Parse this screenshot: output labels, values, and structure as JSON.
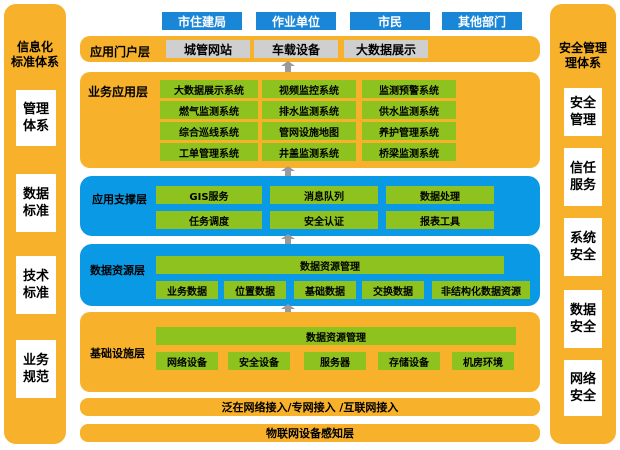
{
  "left_panel": {
    "title": "信息化\n标准体系",
    "items": [
      "管理\n体系",
      "数据\n标准",
      "技术\n标准",
      "业务\n规范"
    ]
  },
  "right_panel": {
    "title": "安全管理\n理体系",
    "items": [
      "安全\n管理",
      "信任\n服务",
      "系统\n安全",
      "数据\n安全",
      "网络\n安全"
    ]
  },
  "users": [
    "市住建局",
    "作业单位",
    "市民",
    "其他部门"
  ],
  "portal_layer": {
    "label": "应用门户层",
    "items": [
      "城管网站",
      "车载设备",
      "大数据展示"
    ]
  },
  "business_layer": {
    "label": "业务应用层",
    "rows": [
      [
        "大数据展示系统",
        "视频监控系统",
        "监测预警系统"
      ],
      [
        "燃气监测系统",
        "排水监测系统",
        "供水监测系统"
      ],
      [
        "综合巡线系统",
        "管网设施地图",
        "养护管理系统"
      ],
      [
        "工单管理系统",
        "井盖监测系统",
        "桥梁监测系统"
      ]
    ]
  },
  "support_layer": {
    "label": "应用支撑层",
    "rows": [
      [
        "GIS服务",
        "消息队列",
        "数据处理"
      ],
      [
        "任务调度",
        "安全认证",
        "报表工具"
      ]
    ]
  },
  "data_layer": {
    "label": "数据资源层",
    "title": "数据资源管理",
    "items": [
      "业务数据",
      "位置数据",
      "基础数据",
      "交换数据",
      "非结构化数据资源"
    ]
  },
  "infra_layer": {
    "label": "基础设施层",
    "title": "数据资源管理",
    "items": [
      "网络设备",
      "安全设备",
      "服务器",
      "存储设备",
      "机房环境"
    ]
  },
  "network_bar": "泛在网络接入/专网接入 /互联网接入",
  "iot_bar": "物联网设备感知层",
  "colors": {
    "orange": "#f7b12b",
    "blue": "#0a9ae5",
    "user_blue": "#1a86d8",
    "green": "#8dc21f",
    "grey": "#cfcfcf"
  }
}
